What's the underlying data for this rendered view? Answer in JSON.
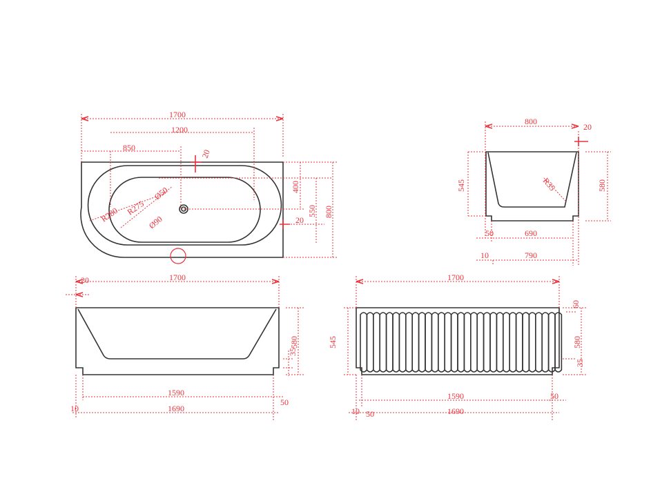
{
  "top_view": {
    "length": "1700",
    "inner_length": "1200",
    "drain_offset": "850",
    "rim_top": "20",
    "drain_small": "Ø50",
    "drain_large": "Ø90",
    "radius_outer": "R280",
    "radius_inner": "R275",
    "drain_from_back": "400",
    "rim_side": "20",
    "inner_width": "550",
    "width": "800"
  },
  "end_view": {
    "width": "800",
    "rim": "20",
    "inner_height": "545",
    "height": "580",
    "radius": "R35",
    "foot_inset": "50",
    "foot_width": "690",
    "edge": "10",
    "base_width": "790"
  },
  "front_view": {
    "rim": "20",
    "length": "1700",
    "height": "580",
    "foot_height": "35",
    "foot_length": "1590",
    "foot_inset": "50",
    "edge": "10",
    "base_length": "1690"
  },
  "fluted_view": {
    "length": "1700",
    "lip": "60",
    "inner_height": "545",
    "height": "580",
    "foot_height": "35",
    "foot_length": "1590",
    "foot_inset": "50",
    "edge": "10",
    "edge_inset": "50",
    "base_length": "1690"
  },
  "colors": {
    "dimension": "#e8323a",
    "outline": "#333333"
  }
}
